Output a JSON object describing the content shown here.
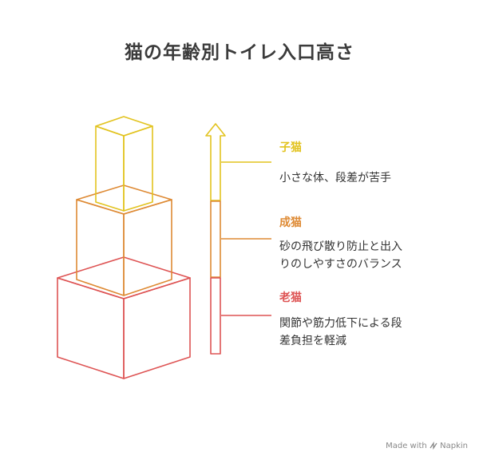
{
  "title": "猫の年齢別トイレ入口高さ",
  "levels": [
    {
      "name": "子猫",
      "description": "小さな体、段差が苦手",
      "color": "#e2c31f"
    },
    {
      "name": "成猫",
      "description": "砂の飛び散り防止と出入\nりのしやすさのバランス",
      "color": "#de8a34"
    },
    {
      "name": "老猫",
      "description": "関節や筋力低下による段\n差負担を軽減",
      "color": "#de5454"
    }
  ],
  "footer": {
    "text": "Made with",
    "brand": "Napkin"
  }
}
